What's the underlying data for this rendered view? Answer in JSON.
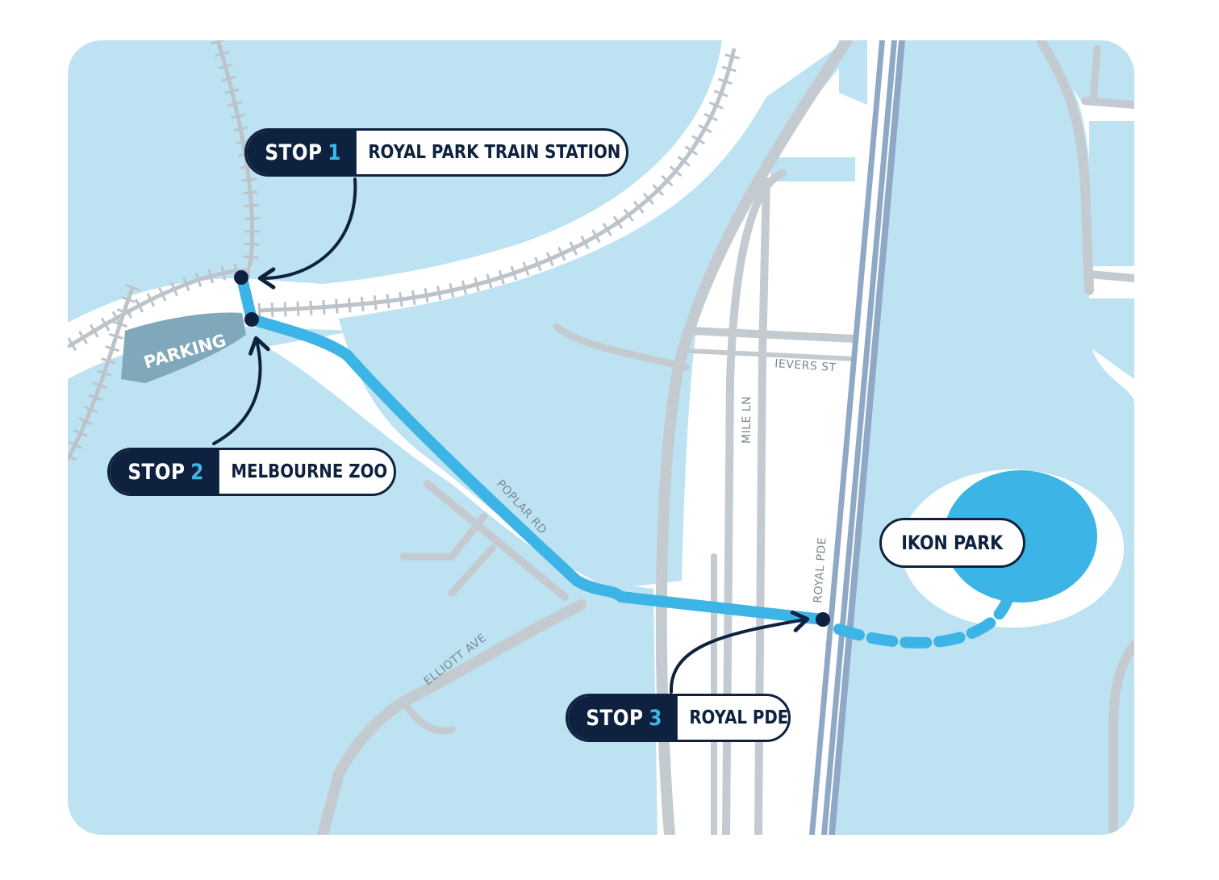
{
  "stops": [
    {
      "prefix": "STOP",
      "number": "1",
      "place": "ROYAL PARK TRAIN STATION"
    },
    {
      "prefix": "STOP",
      "number": "2",
      "place": "MELBOURNE ZOO"
    },
    {
      "prefix": "STOP",
      "number": "3",
      "place": "ROYAL PDE"
    }
  ],
  "destination": "IKON PARK",
  "parking": "PARKING",
  "streets": {
    "poplar_rd": "POPLAR RD",
    "elliott_ave": "ELLIOTT AVE",
    "mile_ln": "MILE LN",
    "ievers_st": "IEVERS ST",
    "royal_pde": "ROYAL PDE"
  },
  "colors": {
    "park": "#bde3f3",
    "road": "#c4cbd0",
    "rail_tie": "#a9b3ba",
    "tram_corridor": "#8fa8c6",
    "route": "#3cb4e6",
    "ink": "#0e2240",
    "parking": "#7fa8bb"
  }
}
